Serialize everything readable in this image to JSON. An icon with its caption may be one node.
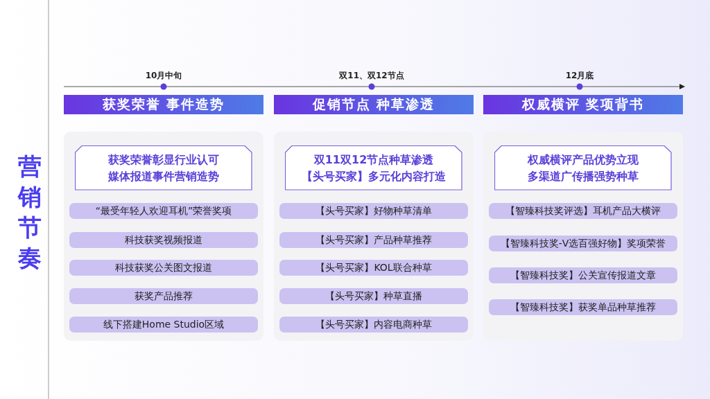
{
  "diagram": {
    "title": "营销节奏",
    "nodes": [
      {
        "text": [
          "获奖荣誉 事件造势"
        ]
      },
      {
        "text": [],
        "shape": "box"
      },
      {
        "text": [
          "获奖荣誉彰显行业认可",
          "媒体报道事件营销造势"
        ],
        "in": 1
      },
      {
        "text": [
          "“最受年轻人欢迎耳机”荣誉奖项"
        ],
        "in": 1
      },
      {
        "text": [
          "科技获奖视频报道"
        ],
        "in": 1
      },
      {
        "text": [
          "科技获奖公关图文报道"
        ],
        "in": 1
      },
      {
        "text": [
          "获奖产品推荐"
        ],
        "in": 1
      },
      {
        "text": [
          "线下搭建Home Studio区域"
        ],
        "in": 1
      },
      {
        "text": [
          "促销节点 种草渗透"
        ]
      },
      {
        "text": [],
        "shape": "box"
      },
      {
        "text": [
          "双11双12节点种草渗透",
          "【头号买家】多元化内容打造"
        ],
        "in": 9
      },
      {
        "text": [
          "【头号买家】好物种草清单"
        ],
        "in": 9
      },
      {
        "text": [
          "【头号买家】产品种草推荐"
        ],
        "in": 9
      },
      {
        "text": [
          "【头号买家】KOL联合种草"
        ],
        "in": 9
      },
      {
        "text": [
          "【头号买家】种草直播"
        ],
        "in": 9
      },
      {
        "text": [
          "【头号买家】内容电商种草"
        ],
        "in": 9
      },
      {
        "text": [
          "权威横评 奖项背书"
        ]
      },
      {
        "text": [],
        "shape": "box"
      },
      {
        "text": [
          "权威横评产品优势立现",
          "多渠道广传播强势种草"
        ],
        "in": 17
      },
      {
        "text": [
          "【智臻科技奖评选】耳机产品大横评"
        ],
        "in": 17
      },
      {
        "text": [
          "【智臻科技奖-V选百强好物】奖项荣誉"
        ],
        "in": 17
      },
      {
        "text": [
          "【智臻科技奖】公关宣传报道文章"
        ],
        "in": 17
      },
      {
        "text": [
          "【智臻科技奖】获奖单品种草推荐"
        ],
        "in": 17
      }
    ],
    "labels": [
      "10月中旬",
      "双11、双12节点",
      "12月底"
    ]
  }
}
